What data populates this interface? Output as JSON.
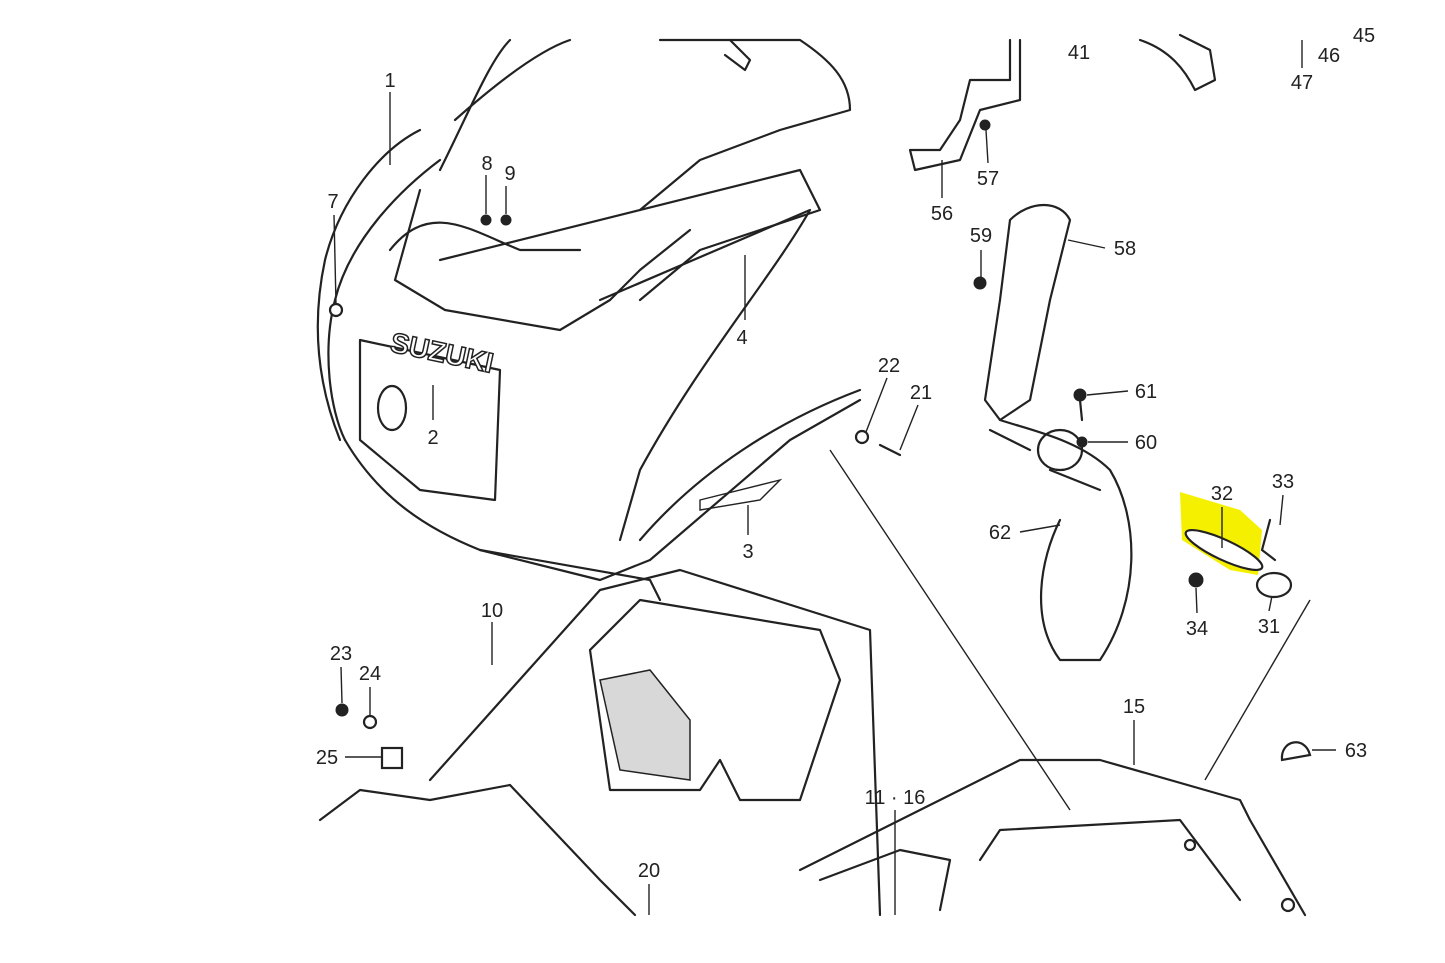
{
  "diagram": {
    "brand_logo_text": "SUZUKI",
    "highlight_color": "#f5f000",
    "highlighted_part": "32",
    "labels": {
      "p1": "1",
      "p2": "2",
      "p3": "3",
      "p4": "4",
      "p7": "7",
      "p8": "8",
      "p9": "9",
      "p10": "10",
      "p11_16": "11 · 16",
      "p15": "15",
      "p20": "20",
      "p21": "21",
      "p22": "22",
      "p23": "23",
      "p24": "24",
      "p25": "25",
      "p31": "31",
      "p32": "32",
      "p33": "33",
      "p34": "34",
      "p41": "41",
      "p45": "45",
      "p46": "46",
      "p47": "47",
      "p56": "56",
      "p57": "57",
      "p58": "58",
      "p59": "59",
      "p60": "60",
      "p61": "61",
      "p62": "62",
      "p63": "63"
    }
  }
}
